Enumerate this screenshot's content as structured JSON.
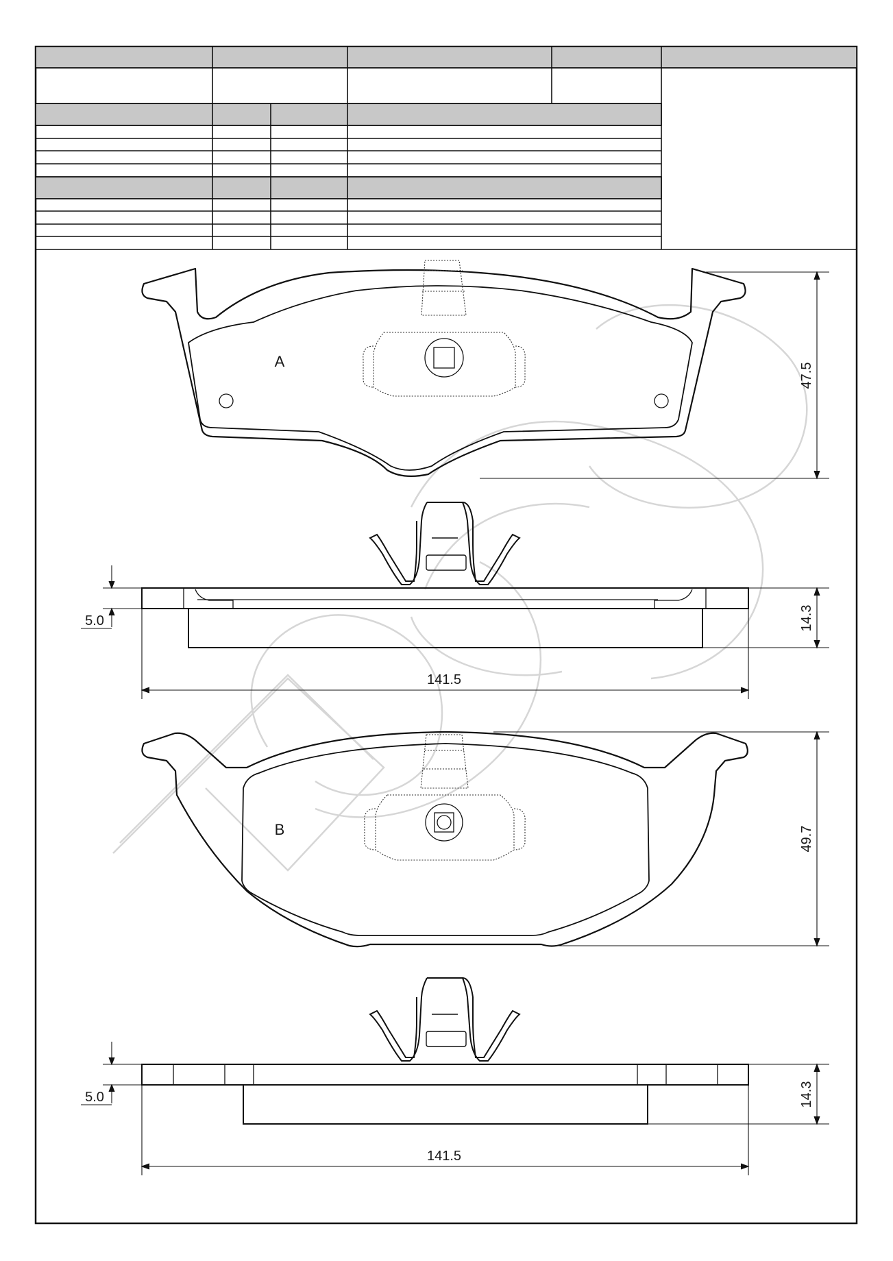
{
  "drawing": {
    "view_a": {
      "label": "A",
      "height_dim": "47.5",
      "thickness_dim": "14.3",
      "backing_dim": "5.0",
      "width_dim": "141.5"
    },
    "view_b": {
      "label": "B",
      "height_dim": "49.7",
      "thickness_dim": "14.3",
      "backing_dim": "5.0",
      "width_dim": "141.5"
    }
  },
  "colors": {
    "line": "#111111",
    "header_fill": "#c8c8c8",
    "watermark": "#d6d6d6"
  }
}
